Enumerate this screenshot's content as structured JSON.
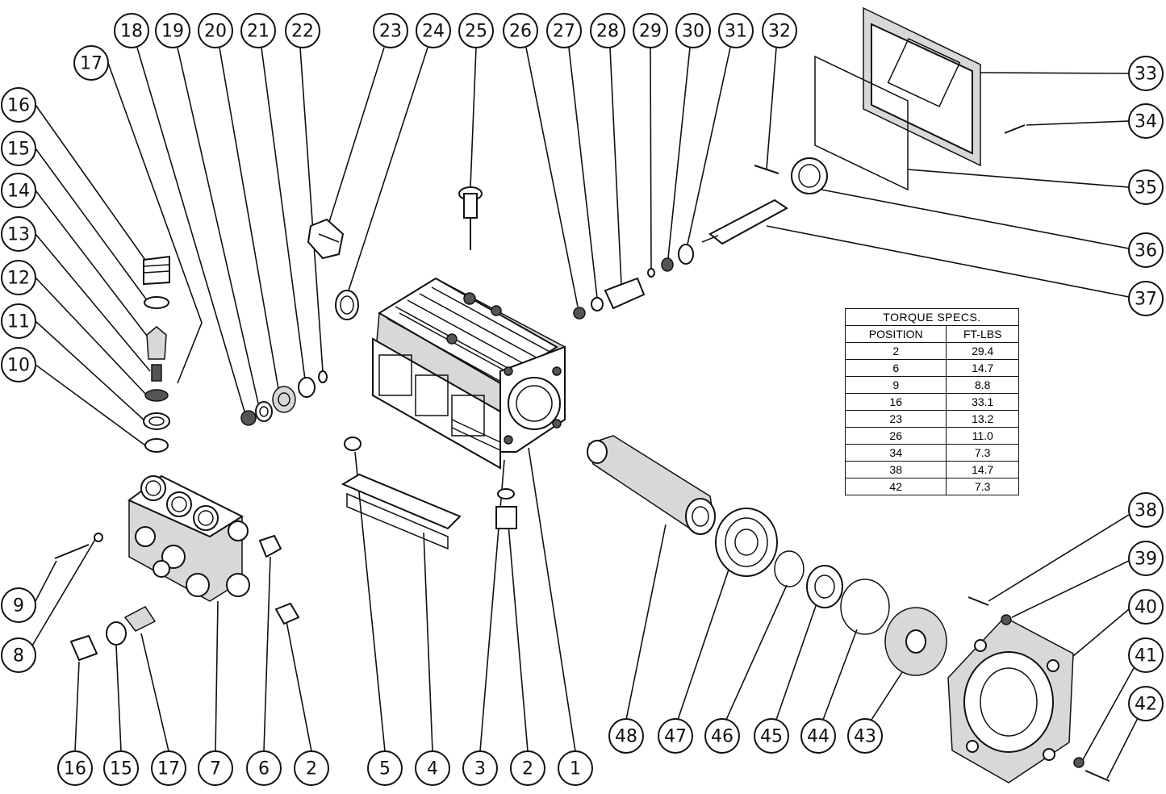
{
  "callouts": [
    {
      "id": "1",
      "label": "1"
    },
    {
      "id": "2a",
      "label": "2"
    },
    {
      "id": "2b",
      "label": "2"
    },
    {
      "id": "3",
      "label": "3"
    },
    {
      "id": "4",
      "label": "4"
    },
    {
      "id": "5",
      "label": "5"
    },
    {
      "id": "6",
      "label": "6"
    },
    {
      "id": "7",
      "label": "7"
    },
    {
      "id": "8",
      "label": "8"
    },
    {
      "id": "9",
      "label": "9"
    },
    {
      "id": "10",
      "label": "10"
    },
    {
      "id": "11",
      "label": "11"
    },
    {
      "id": "12",
      "label": "12"
    },
    {
      "id": "13",
      "label": "13"
    },
    {
      "id": "14",
      "label": "14"
    },
    {
      "id": "15a",
      "label": "15"
    },
    {
      "id": "15b",
      "label": "15"
    },
    {
      "id": "16a",
      "label": "16"
    },
    {
      "id": "16b",
      "label": "16"
    },
    {
      "id": "17a",
      "label": "17"
    },
    {
      "id": "17b",
      "label": "17"
    },
    {
      "id": "18",
      "label": "18"
    },
    {
      "id": "19",
      "label": "19"
    },
    {
      "id": "20",
      "label": "20"
    },
    {
      "id": "21",
      "label": "21"
    },
    {
      "id": "22",
      "label": "22"
    },
    {
      "id": "23",
      "label": "23"
    },
    {
      "id": "24",
      "label": "24"
    },
    {
      "id": "25",
      "label": "25"
    },
    {
      "id": "26",
      "label": "26"
    },
    {
      "id": "27",
      "label": "27"
    },
    {
      "id": "28",
      "label": "28"
    },
    {
      "id": "29",
      "label": "29"
    },
    {
      "id": "30",
      "label": "30"
    },
    {
      "id": "31",
      "label": "31"
    },
    {
      "id": "32",
      "label": "32"
    },
    {
      "id": "33",
      "label": "33"
    },
    {
      "id": "34",
      "label": "34"
    },
    {
      "id": "35",
      "label": "35"
    },
    {
      "id": "36",
      "label": "36"
    },
    {
      "id": "37",
      "label": "37"
    },
    {
      "id": "38",
      "label": "38"
    },
    {
      "id": "39",
      "label": "39"
    },
    {
      "id": "40",
      "label": "40"
    },
    {
      "id": "41",
      "label": "41"
    },
    {
      "id": "42",
      "label": "42"
    },
    {
      "id": "43",
      "label": "43"
    },
    {
      "id": "44",
      "label": "44"
    },
    {
      "id": "45",
      "label": "45"
    },
    {
      "id": "46",
      "label": "46"
    },
    {
      "id": "47",
      "label": "47"
    },
    {
      "id": "48",
      "label": "48"
    }
  ],
  "torque_table": {
    "title": "TORQUE SPECS.",
    "col_position": "POSITION",
    "col_ftlbs": "FT-LBS",
    "rows": [
      {
        "position": "2",
        "ftlbs": "29.4"
      },
      {
        "position": "6",
        "ftlbs": "14.7"
      },
      {
        "position": "9",
        "ftlbs": "8.8"
      },
      {
        "position": "16",
        "ftlbs": "33.1"
      },
      {
        "position": "23",
        "ftlbs": "13.2"
      },
      {
        "position": "26",
        "ftlbs": "11.0"
      },
      {
        "position": "34",
        "ftlbs": "7.3"
      },
      {
        "position": "38",
        "ftlbs": "14.7"
      },
      {
        "position": "42",
        "ftlbs": "7.3"
      }
    ]
  }
}
